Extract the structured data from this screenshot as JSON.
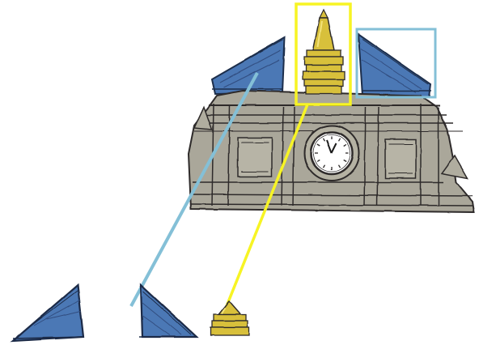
{
  "colors": {
    "background": "#ffffff",
    "building_fill": "#aaa79a",
    "building_line": "#2d2b2a",
    "roof_blue": "#4c78b5",
    "spire_gold": "#d8c03a",
    "spire_highlight": "#f2e27a",
    "callout_yellow": "#f7f424",
    "callout_blue": "#84c0d7"
  },
  "diagram": {
    "main_image": "sketch-of-building-with-clock-tower",
    "parts": [
      {
        "id": "left-roof",
        "callout_color": "blue",
        "extracted": true
      },
      {
        "id": "center-spire",
        "callout_color": "yellow",
        "extracted": true
      },
      {
        "id": "right-roof",
        "callout_color": "blue",
        "extracted": true
      }
    ]
  }
}
